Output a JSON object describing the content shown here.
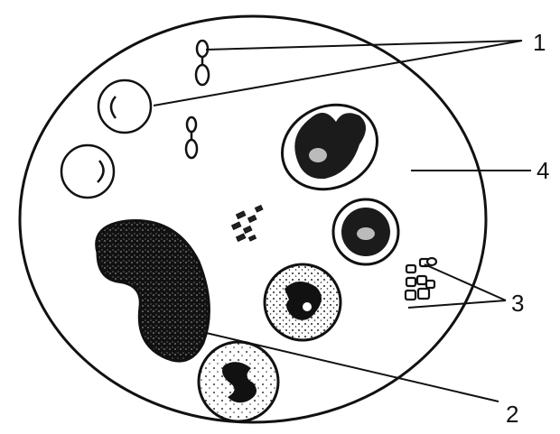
{
  "diagram": {
    "labels": [
      "1",
      "2",
      "3",
      "4"
    ]
  },
  "colors": {
    "ink": "#111111",
    "paper": "#ffffff",
    "nucleus": "#1b1b1b"
  }
}
